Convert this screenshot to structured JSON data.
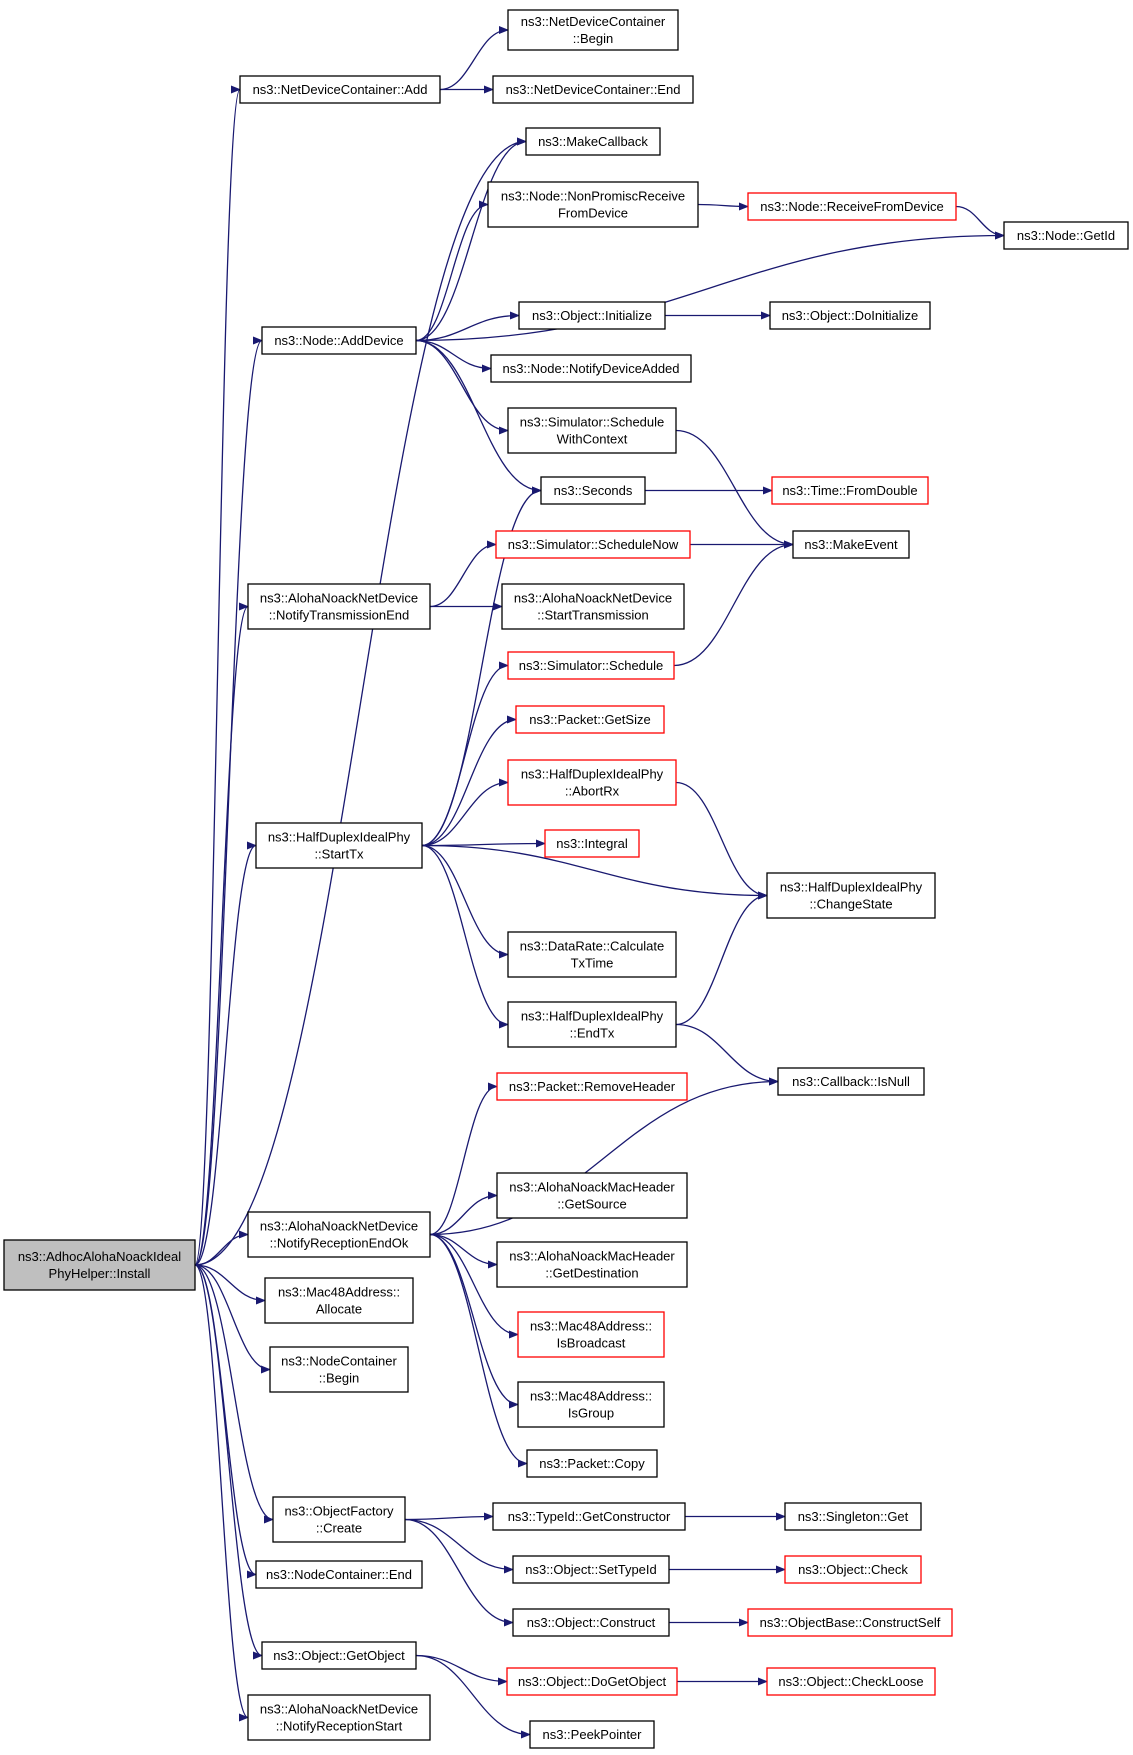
{
  "diagram": {
    "nodes": [
      {
        "id": "root",
        "lines": [
          "ns3::AdhocAlohaNoackIdeal",
          "PhyHelper::Install"
        ],
        "style": "root"
      },
      {
        "id": "ndc_add",
        "lines": [
          "ns3::NetDeviceContainer::Add"
        ],
        "style": "black"
      },
      {
        "id": "ndc_begin",
        "lines": [
          "ns3::NetDeviceContainer",
          "::Begin"
        ],
        "style": "black"
      },
      {
        "id": "ndc_end",
        "lines": [
          "ns3::NetDeviceContainer::End"
        ],
        "style": "black"
      },
      {
        "id": "makecallback",
        "lines": [
          "ns3::MakeCallback"
        ],
        "style": "black"
      },
      {
        "id": "nonpromisc",
        "lines": [
          "ns3::Node::NonPromiscReceive",
          "FromDevice"
        ],
        "style": "black"
      },
      {
        "id": "receivefrom",
        "lines": [
          "ns3::Node::ReceiveFromDevice"
        ],
        "style": "red"
      },
      {
        "id": "getid",
        "lines": [
          "ns3::Node::GetId"
        ],
        "style": "black"
      },
      {
        "id": "adddevice",
        "lines": [
          "ns3::Node::AddDevice"
        ],
        "style": "black"
      },
      {
        "id": "obj_init",
        "lines": [
          "ns3::Object::Initialize"
        ],
        "style": "black"
      },
      {
        "id": "obj_doinit",
        "lines": [
          "ns3::Object::DoInitialize"
        ],
        "style": "black"
      },
      {
        "id": "notifyadded",
        "lines": [
          "ns3::Node::NotifyDeviceAdded"
        ],
        "style": "black"
      },
      {
        "id": "schedctx",
        "lines": [
          "ns3::Simulator::Schedule",
          "WithContext"
        ],
        "style": "black"
      },
      {
        "id": "seconds",
        "lines": [
          "ns3::Seconds"
        ],
        "style": "black"
      },
      {
        "id": "fromdouble",
        "lines": [
          "ns3::Time::FromDouble"
        ],
        "style": "red"
      },
      {
        "id": "schednow",
        "lines": [
          "ns3::Simulator::ScheduleNow"
        ],
        "style": "red"
      },
      {
        "id": "makeevent",
        "lines": [
          "ns3::MakeEvent"
        ],
        "style": "black"
      },
      {
        "id": "notifytxend",
        "lines": [
          "ns3::AlohaNoackNetDevice",
          "::NotifyTransmissionEnd"
        ],
        "style": "black"
      },
      {
        "id": "starttx_dev",
        "lines": [
          "ns3::AlohaNoackNetDevice",
          "::StartTransmission"
        ],
        "style": "black"
      },
      {
        "id": "schedule",
        "lines": [
          "ns3::Simulator::Schedule"
        ],
        "style": "red"
      },
      {
        "id": "getsize",
        "lines": [
          "ns3::Packet::GetSize"
        ],
        "style": "red"
      },
      {
        "id": "abortrx",
        "lines": [
          "ns3::HalfDuplexIdealPhy",
          "::AbortRx"
        ],
        "style": "red"
      },
      {
        "id": "starttx",
        "lines": [
          "ns3::HalfDuplexIdealPhy",
          "::StartTx"
        ],
        "style": "black"
      },
      {
        "id": "integral",
        "lines": [
          "ns3::Integral"
        ],
        "style": "red"
      },
      {
        "id": "changestate",
        "lines": [
          "ns3::HalfDuplexIdealPhy",
          "::ChangeState"
        ],
        "style": "black"
      },
      {
        "id": "calctx",
        "lines": [
          "ns3::DataRate::Calculate",
          "TxTime"
        ],
        "style": "black"
      },
      {
        "id": "endtx",
        "lines": [
          "ns3::HalfDuplexIdealPhy",
          "::EndTx"
        ],
        "style": "black"
      },
      {
        "id": "isnull",
        "lines": [
          "ns3::Callback::IsNull"
        ],
        "style": "black"
      },
      {
        "id": "removeheader",
        "lines": [
          "ns3::Packet::RemoveHeader"
        ],
        "style": "red"
      },
      {
        "id": "getsource",
        "lines": [
          "ns3::AlohaNoackMacHeader",
          "::GetSource"
        ],
        "style": "black"
      },
      {
        "id": "notifyrxok",
        "lines": [
          "ns3::AlohaNoackNetDevice",
          "::NotifyReceptionEndOk"
        ],
        "style": "black"
      },
      {
        "id": "getdest",
        "lines": [
          "ns3::AlohaNoackMacHeader",
          "::GetDestination"
        ],
        "style": "black"
      },
      {
        "id": "mac_alloc",
        "lines": [
          "ns3::Mac48Address::",
          "Allocate"
        ],
        "style": "black"
      },
      {
        "id": "isbroadcast",
        "lines": [
          "ns3::Mac48Address::",
          "IsBroadcast"
        ],
        "style": "red"
      },
      {
        "id": "nc_begin",
        "lines": [
          "ns3::NodeContainer",
          "::Begin"
        ],
        "style": "black"
      },
      {
        "id": "isgroup",
        "lines": [
          "ns3::Mac48Address::",
          "IsGroup"
        ],
        "style": "black"
      },
      {
        "id": "pkt_copy",
        "lines": [
          "ns3::Packet::Copy"
        ],
        "style": "black"
      },
      {
        "id": "of_create",
        "lines": [
          "ns3::ObjectFactory",
          "::Create"
        ],
        "style": "black"
      },
      {
        "id": "getctor",
        "lines": [
          "ns3::TypeId::GetConstructor"
        ],
        "style": "black"
      },
      {
        "id": "singleton",
        "lines": [
          "ns3::Singleton::Get"
        ],
        "style": "black"
      },
      {
        "id": "settypeid",
        "lines": [
          "ns3::Object::SetTypeId"
        ],
        "style": "black"
      },
      {
        "id": "obj_check",
        "lines": [
          "ns3::Object::Check"
        ],
        "style": "red"
      },
      {
        "id": "nc_end",
        "lines": [
          "ns3::NodeContainer::End"
        ],
        "style": "black"
      },
      {
        "id": "obj_construct",
        "lines": [
          "ns3::Object::Construct"
        ],
        "style": "black"
      },
      {
        "id": "constructself",
        "lines": [
          "ns3::ObjectBase::ConstructSelf"
        ],
        "style": "red"
      },
      {
        "id": "getobject",
        "lines": [
          "ns3::Object::GetObject"
        ],
        "style": "black"
      },
      {
        "id": "dogetobject",
        "lines": [
          "ns3::Object::DoGetObject"
        ],
        "style": "red"
      },
      {
        "id": "checkloose",
        "lines": [
          "ns3::Object::CheckLoose"
        ],
        "style": "red"
      },
      {
        "id": "notifyrxstart",
        "lines": [
          "ns3::AlohaNoackNetDevice",
          "::NotifyReceptionStart"
        ],
        "style": "black"
      },
      {
        "id": "peekpointer",
        "lines": [
          "ns3::PeekPointer"
        ],
        "style": "black"
      }
    ],
    "edges": [
      [
        "root",
        "ndc_add"
      ],
      [
        "root",
        "makecallback"
      ],
      [
        "root",
        "adddevice"
      ],
      [
        "root",
        "notifytxend"
      ],
      [
        "root",
        "starttx"
      ],
      [
        "root",
        "notifyrxok"
      ],
      [
        "root",
        "mac_alloc"
      ],
      [
        "root",
        "nc_begin"
      ],
      [
        "root",
        "of_create"
      ],
      [
        "root",
        "nc_end"
      ],
      [
        "root",
        "getobject"
      ],
      [
        "root",
        "notifyrxstart"
      ],
      [
        "ndc_add",
        "ndc_begin"
      ],
      [
        "ndc_add",
        "ndc_end"
      ],
      [
        "adddevice",
        "makecallback"
      ],
      [
        "adddevice",
        "nonpromisc"
      ],
      [
        "adddevice",
        "getid"
      ],
      [
        "adddevice",
        "obj_init"
      ],
      [
        "adddevice",
        "notifyadded"
      ],
      [
        "adddevice",
        "schedctx"
      ],
      [
        "adddevice",
        "seconds"
      ],
      [
        "nonpromisc",
        "receivefrom"
      ],
      [
        "receivefrom",
        "getid"
      ],
      [
        "obj_init",
        "obj_doinit"
      ],
      [
        "schedctx",
        "makeevent"
      ],
      [
        "seconds",
        "fromdouble"
      ],
      [
        "schednow",
        "makeevent"
      ],
      [
        "notifytxend",
        "schednow"
      ],
      [
        "notifytxend",
        "starttx_dev"
      ],
      [
        "schedule",
        "makeevent"
      ],
      [
        "starttx",
        "seconds"
      ],
      [
        "starttx",
        "schedule"
      ],
      [
        "starttx",
        "getsize"
      ],
      [
        "starttx",
        "abortrx"
      ],
      [
        "starttx",
        "integral"
      ],
      [
        "starttx",
        "changestate"
      ],
      [
        "starttx",
        "calctx"
      ],
      [
        "starttx",
        "endtx"
      ],
      [
        "abortrx",
        "changestate"
      ],
      [
        "endtx",
        "changestate"
      ],
      [
        "endtx",
        "isnull"
      ],
      [
        "notifyrxok",
        "removeheader"
      ],
      [
        "notifyrxok",
        "isnull"
      ],
      [
        "notifyrxok",
        "getsource"
      ],
      [
        "notifyrxok",
        "getdest"
      ],
      [
        "notifyrxok",
        "isbroadcast"
      ],
      [
        "notifyrxok",
        "isgroup"
      ],
      [
        "notifyrxok",
        "pkt_copy"
      ],
      [
        "of_create",
        "getctor"
      ],
      [
        "of_create",
        "settypeid"
      ],
      [
        "of_create",
        "obj_construct"
      ],
      [
        "getctor",
        "singleton"
      ],
      [
        "settypeid",
        "obj_check"
      ],
      [
        "obj_construct",
        "constructself"
      ],
      [
        "getobject",
        "dogetobject"
      ],
      [
        "getobject",
        "peekpointer"
      ],
      [
        "dogetobject",
        "checkloose"
      ]
    ]
  }
}
